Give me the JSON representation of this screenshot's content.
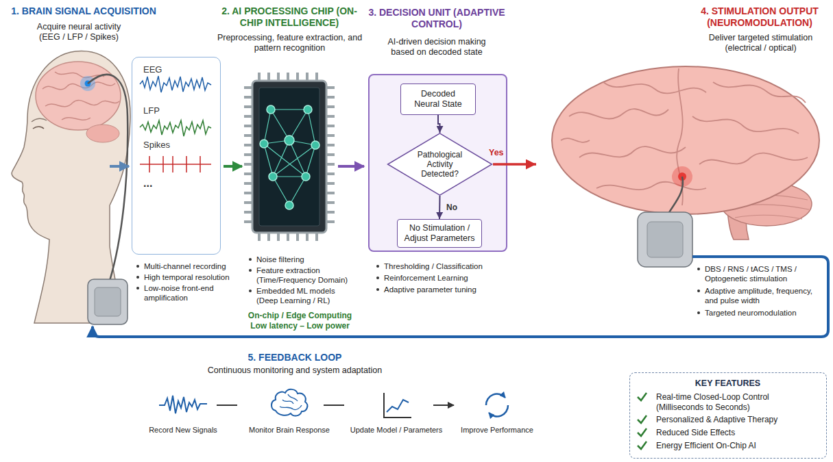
{
  "diagram": {
    "nodes": [
      {
        "text": [
          "EEG",
          "LFP",
          "Spikes",
          "..."
        ]
      },
      {
        "text": [
          "3. DECISION UNIT (ADAPTIVE CONTROL)",
          "AI-driven decision making based on decoded state"
        ]
      },
      {
        "text": [
          "Decoded Neural State"
        ],
        "in": 1
      },
      {
        "text": [
          "Pathological Activity Detected?"
        ],
        "in": 1
      },
      {
        "text": [
          "No Stimulation / Adjust Parameters"
        ],
        "in": 1
      },
      {
        "text": [
          "KEY FEATURES",
          "Real-time Closed-Loop Control (Milliseconds to Seconds)",
          "Personalized & Adaptive Therapy",
          "Reduced Side Effects",
          "Energy Efficient On-Chip AI"
        ]
      }
    ],
    "edges": [
      {
        "from": 2,
        "to": 3,
        "arrow": "to"
      },
      {
        "from": 3,
        "to": 4,
        "label": "No",
        "arrow": "to"
      }
    ],
    "labels": [
      "1. BRAIN SIGNAL ACQUISITION",
      "Acquire neural activity (EEG / LFP / Spikes)",
      "Multi-channel recording",
      "High temporal resolution",
      "Low-noise front-end amplification",
      "2. AI PROCESSING CHIP (ON-CHIP INTELLIGENCE)",
      "Preprocessing, feature extraction, and pattern recognition",
      "Noise filtering",
      "Feature extraction (Time/Frequency Domain)",
      "Embedded ML models (Deep Learning / RL)",
      "On-chip / Edge Computing",
      "Low latency – Low power",
      "Yes",
      "Thresholding / Classification",
      "Reinforcement Learning",
      "Adaptive parameter tuning",
      "4. STIMULATION OUTPUT (NEUROMODULATION)",
      "Deliver targeted stimulation (electrical / optical)",
      "DBS / RNS / tACS / TMS / Optogenetic stimulation",
      "Adaptive amplitude, frequency, and pulse width",
      "Targeted neuromodulation",
      "5. FEEDBACK LOOP",
      "Continuous monitoring and system adaptation",
      "Record New Signals",
      "Monitor Brain Response",
      "Update Model / Parameters",
      "Improve Performance"
    ]
  }
}
